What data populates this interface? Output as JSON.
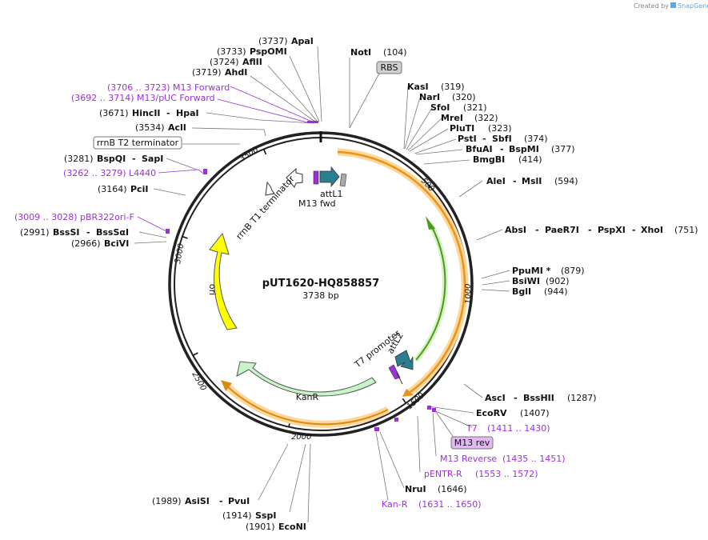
{
  "header": {
    "created_by": "Created by",
    "brand": "SnapGene"
  },
  "plasmid": {
    "name": "pUT1620-HQ858857",
    "size": "3738 bp"
  },
  "ticks": [
    "500",
    "1000",
    "1500",
    "2000",
    "2500",
    "3000",
    "3500"
  ],
  "sites": [
    {
      "id": "apai",
      "pos": "(3737)",
      "name": "ApaI"
    },
    {
      "id": "pspomi",
      "pos": "(3733)",
      "name": "PspOMI"
    },
    {
      "id": "aflii",
      "pos": "(3724)",
      "name": "AflII"
    },
    {
      "id": "ahdi",
      "pos": "(3719)",
      "name": "AhdI"
    },
    {
      "id": "hincii",
      "pos": "(3671)",
      "name": "HincII",
      "name2": "HpaI"
    },
    {
      "id": "acli",
      "pos": "(3534)",
      "name": "AclI"
    },
    {
      "id": "bspqi",
      "pos": "(3281)",
      "name": "BspQI",
      "name2": "SapI"
    },
    {
      "id": "pcii",
      "pos": "(3164)",
      "name": "PciI"
    },
    {
      "id": "bsssi",
      "pos": "(2991)",
      "name": "BssSI",
      "name2": "BssSαI"
    },
    {
      "id": "bcivi",
      "pos": "(2966)",
      "name": "BciVI"
    },
    {
      "id": "noti",
      "pos": "(104)",
      "name": "NotI"
    },
    {
      "id": "kasi",
      "pos": "(319)",
      "name": "KasI"
    },
    {
      "id": "nari",
      "pos": "(320)",
      "name": "NarI"
    },
    {
      "id": "sfoi",
      "pos": "(321)",
      "name": "SfoI"
    },
    {
      "id": "mrei",
      "pos": "(322)",
      "name": "MreI"
    },
    {
      "id": "pluti",
      "pos": "(323)",
      "name": "PluTI"
    },
    {
      "id": "psti",
      "pos": "(374)",
      "name": "PstI",
      "name2": "SbfI"
    },
    {
      "id": "bfuai",
      "pos": "(377)",
      "name": "BfuAI",
      "name2": "BspMI"
    },
    {
      "id": "bmgbi",
      "pos": "(414)",
      "name": "BmgBI"
    },
    {
      "id": "alei",
      "pos": "(594)",
      "name": "AleI",
      "name2": "MslI"
    },
    {
      "id": "absi",
      "pos": "(751)",
      "name": "AbsI",
      "name2": "PaeR7I",
      "name3": "PspXI",
      "name4": "XhoI"
    },
    {
      "id": "ppumi",
      "pos": "(879)",
      "name": "PpuMI *"
    },
    {
      "id": "bsiwi",
      "pos": "(902)",
      "name": "BsiWI"
    },
    {
      "id": "bgli",
      "pos": "(944)",
      "name": "BglI"
    },
    {
      "id": "asci",
      "pos": "(1287)",
      "name": "AscI",
      "name2": "BssHII"
    },
    {
      "id": "ecorv",
      "pos": "(1407)",
      "name": "EcoRV"
    },
    {
      "id": "nrui",
      "pos": "(1646)",
      "name": "NruI"
    },
    {
      "id": "asisi",
      "pos": "(1989)",
      "name": "AsiSI",
      "name2": "PvuI"
    },
    {
      "id": "sspi",
      "pos": "(1914)",
      "name": "SspI"
    },
    {
      "id": "econi",
      "pos": "(1901)",
      "name": "EcoNI"
    }
  ],
  "primers": [
    {
      "id": "m13fwd",
      "range": "(3706 .. 3723)",
      "name": "M13 Forward"
    },
    {
      "id": "m13puc",
      "range": "(3692 .. 3714)",
      "name": "M13/pUC Forward"
    },
    {
      "id": "l4440",
      "range": "(3262 .. 3279)",
      "name": "L4440"
    },
    {
      "id": "pbr322",
      "range": "(3009 .. 3028)",
      "name": "pBR322ori-F"
    },
    {
      "id": "t7",
      "name": "T7",
      "range": "(1411 .. 1430)"
    },
    {
      "id": "m13rev",
      "name": "M13 Reverse",
      "range": "(1435 .. 1451)"
    },
    {
      "id": "pentr",
      "name": "pENTR-R",
      "range": "(1553 .. 1572)"
    },
    {
      "id": "kanr",
      "name": "Kan-R",
      "range": "(1631 .. 1650)"
    }
  ],
  "boxes": {
    "rbs": "RBS",
    "rrnb_t2": "rrnB T2 terminator",
    "m13rev": "M13 rev"
  },
  "inner": {
    "attl1": "attL1",
    "m13fwd": "M13 fwd",
    "rrnb_t1": "rrnB T1 terminator",
    "t7promoter": "T7 promoter",
    "attl2": "attL2",
    "kanr": "KanR",
    "ori": "ori"
  },
  "colors": {
    "ring": "#222222",
    "orange": "#f0a020",
    "green": "#55aa22",
    "kanr": "#c8f5c8",
    "ori": "#ffff00",
    "att": "#2a7f8f",
    "primer": "#9b30d9"
  }
}
